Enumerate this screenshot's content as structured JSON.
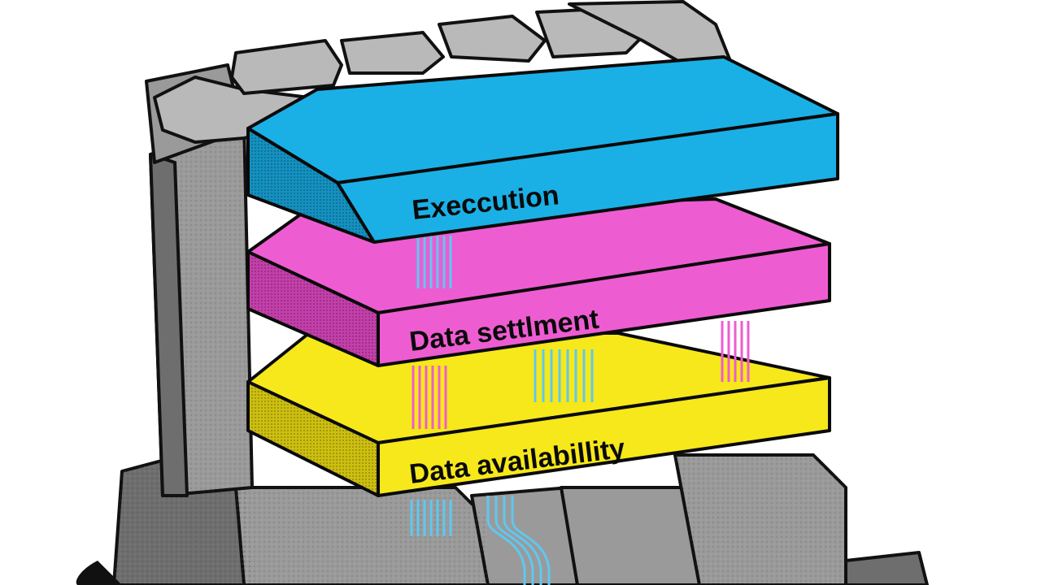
{
  "illustration": {
    "subject": "Modular blockchain layer stack on stone pedestal",
    "layers": [
      {
        "label": "Execcution",
        "color": "#1ab0e6",
        "side_color": "#1491c0"
      },
      {
        "label": "Data settlment",
        "color": "#ee5cd2",
        "side_color": "#c43fab"
      },
      {
        "label": "Data availabillity",
        "color": "#f6e81a",
        "side_color": "#cdbf10"
      }
    ],
    "colors": {
      "background": "#ffffff",
      "stone": "#9a9a9a",
      "stone_dark": "#6e6e6e",
      "outline": "#0a0a0a",
      "wire_blue": "#5fc8f0",
      "wire_pink": "#ee5cd2"
    }
  }
}
